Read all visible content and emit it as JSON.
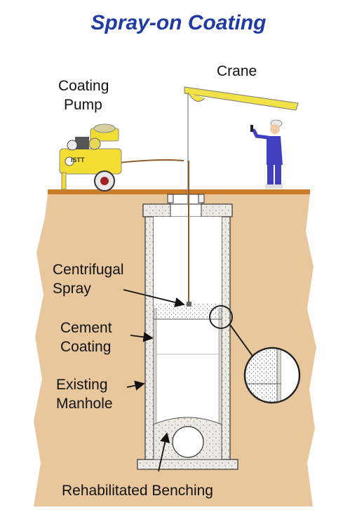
{
  "title": "Spray-on Coating",
  "labels": {
    "coating_pump": [
      "Coating",
      "Pump"
    ],
    "crane": "Crane",
    "centrifugal_spray": [
      "Centrifugal",
      "Spray"
    ],
    "cement_coating": [
      "Cement",
      "Coating"
    ],
    "existing_manhole": [
      "Existing",
      "Manhole"
    ],
    "rehabilitated_benching": "Rehabilitated Benching",
    "pump_brand": "ISTT"
  },
  "colors": {
    "title": "#1f3aa3",
    "soil": "#e8c79c",
    "ground": "#c97d28",
    "crane": "#f1e24a",
    "pump": "#f3dd33",
    "worker": "#3f3fbf",
    "concrete": "#eceae2"
  }
}
